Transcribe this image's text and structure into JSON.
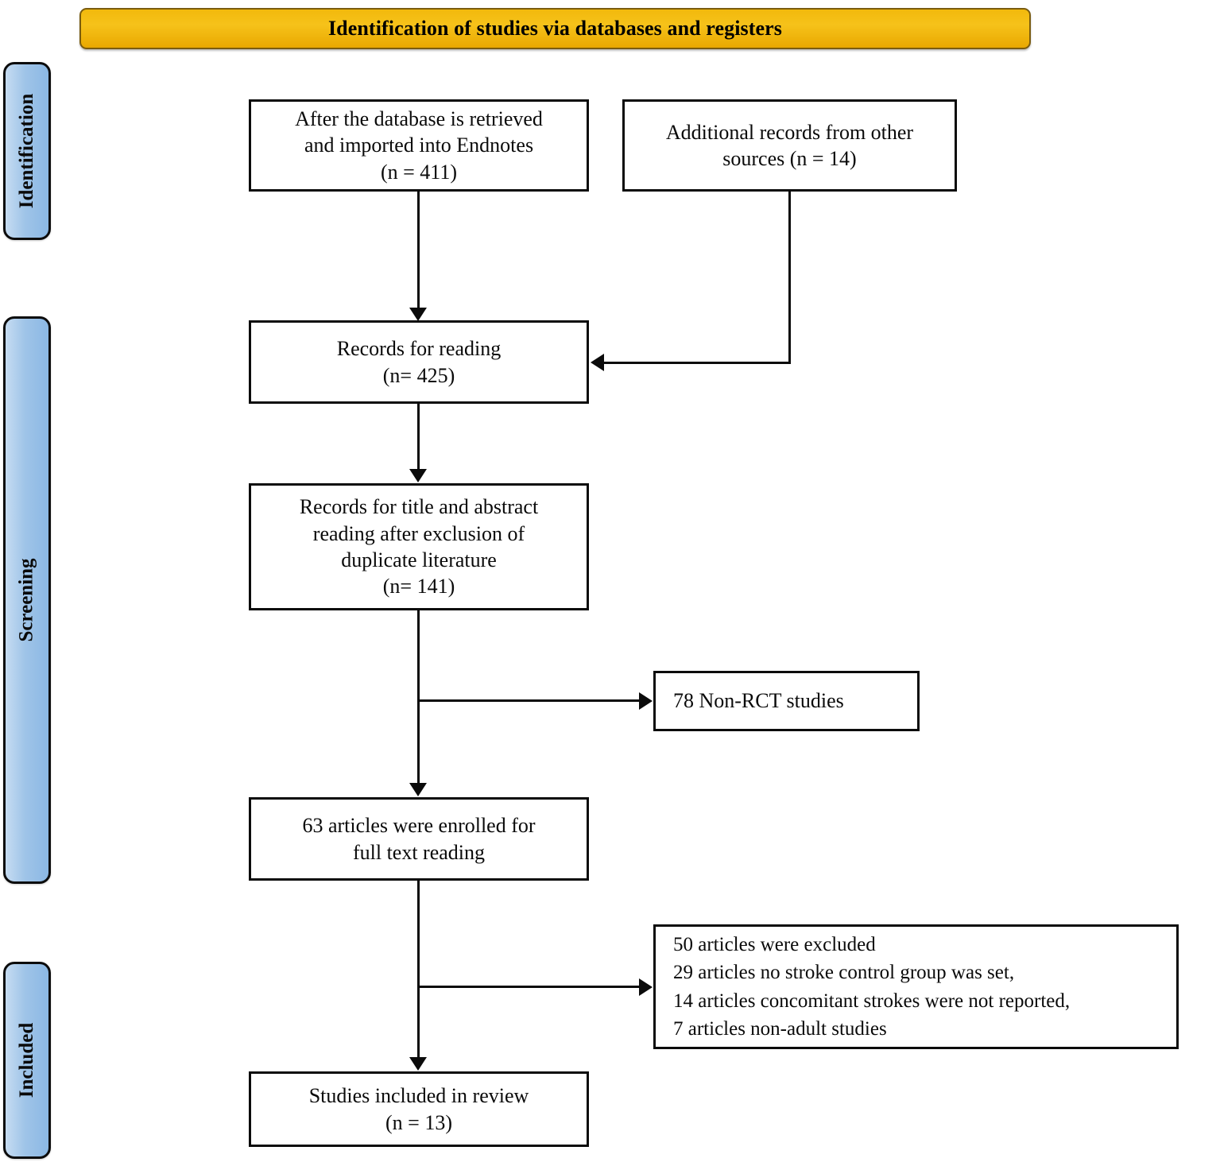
{
  "header": {
    "title": "Identification of studies via databases and registers",
    "banner_color": "#f2b90c",
    "banner_border_color": "#7a5c10"
  },
  "stages": [
    {
      "key": "identification",
      "label": "Identification",
      "color": "#9fc4e8"
    },
    {
      "key": "screening",
      "label": "Screening",
      "color": "#9fc4e8"
    },
    {
      "key": "included",
      "label": "Included",
      "color": "#9fc4e8"
    }
  ],
  "boxes": {
    "database": {
      "lines": [
        "After the database is retrieved",
        "and imported into Endnotes",
        "(n = 411)"
      ],
      "count": 411
    },
    "additional": {
      "lines": [
        "Additional records from other",
        "sources  (n = 14)"
      ],
      "count": 14
    },
    "reading": {
      "lines": [
        "Records for reading",
        "(n= 425)"
      ],
      "count": 425
    },
    "title_abstract": {
      "lines": [
        "Records for title and abstract",
        "reading after exclusion of",
        "duplicate literature",
        "(n= 141)"
      ],
      "count": 141
    },
    "non_rct": {
      "lines": [
        "78 Non-RCT studies"
      ],
      "count": 78
    },
    "full_text": {
      "lines": [
        "63 articles were enrolled for",
        "full text reading"
      ],
      "count": 63
    },
    "excluded": {
      "lines": [
        "50 articles were excluded",
        "29 articles no stroke control group was set,",
        "14 articles concomitant strokes were not reported,",
        "7 articles non-adult studies"
      ],
      "count": 50
    },
    "included": {
      "lines": [
        "Studies included in review",
        "(n = 13)"
      ],
      "count": 13
    }
  },
  "chart_data": {
    "type": "diagram",
    "title": "Identification of studies via databases and registers",
    "nodes": [
      {
        "id": "database",
        "stage": "Identification",
        "label": "After the database is retrieved and imported into Endnotes (n = 411)",
        "n": 411
      },
      {
        "id": "additional",
        "stage": "Identification",
        "label": "Additional records from other sources  (n = 14)",
        "n": 14
      },
      {
        "id": "reading",
        "stage": "Screening",
        "label": "Records for reading (n= 425)",
        "n": 425
      },
      {
        "id": "title_abstract",
        "stage": "Screening",
        "label": "Records for title and abstract reading after exclusion of duplicate literature (n= 141)",
        "n": 141
      },
      {
        "id": "non_rct",
        "stage": "Screening",
        "label": "78 Non-RCT studies",
        "n": 78
      },
      {
        "id": "full_text",
        "stage": "Screening",
        "label": "63 articles were enrolled for full text reading",
        "n": 63
      },
      {
        "id": "excluded",
        "stage": "Included",
        "label": "50 articles were excluded",
        "n": 50
      },
      {
        "id": "included",
        "stage": "Included",
        "label": "Studies included in review (n = 13)",
        "n": 13
      }
    ],
    "edges": [
      {
        "from": "database",
        "to": "reading",
        "kind": "down"
      },
      {
        "from": "additional",
        "to": "reading",
        "kind": "elbow-left"
      },
      {
        "from": "reading",
        "to": "title_abstract",
        "kind": "down"
      },
      {
        "from": "title_abstract",
        "to": "non_rct",
        "kind": "branch-right"
      },
      {
        "from": "title_abstract",
        "to": "full_text",
        "kind": "down"
      },
      {
        "from": "full_text",
        "to": "excluded",
        "kind": "branch-right"
      },
      {
        "from": "full_text",
        "to": "included",
        "kind": "down"
      }
    ]
  }
}
